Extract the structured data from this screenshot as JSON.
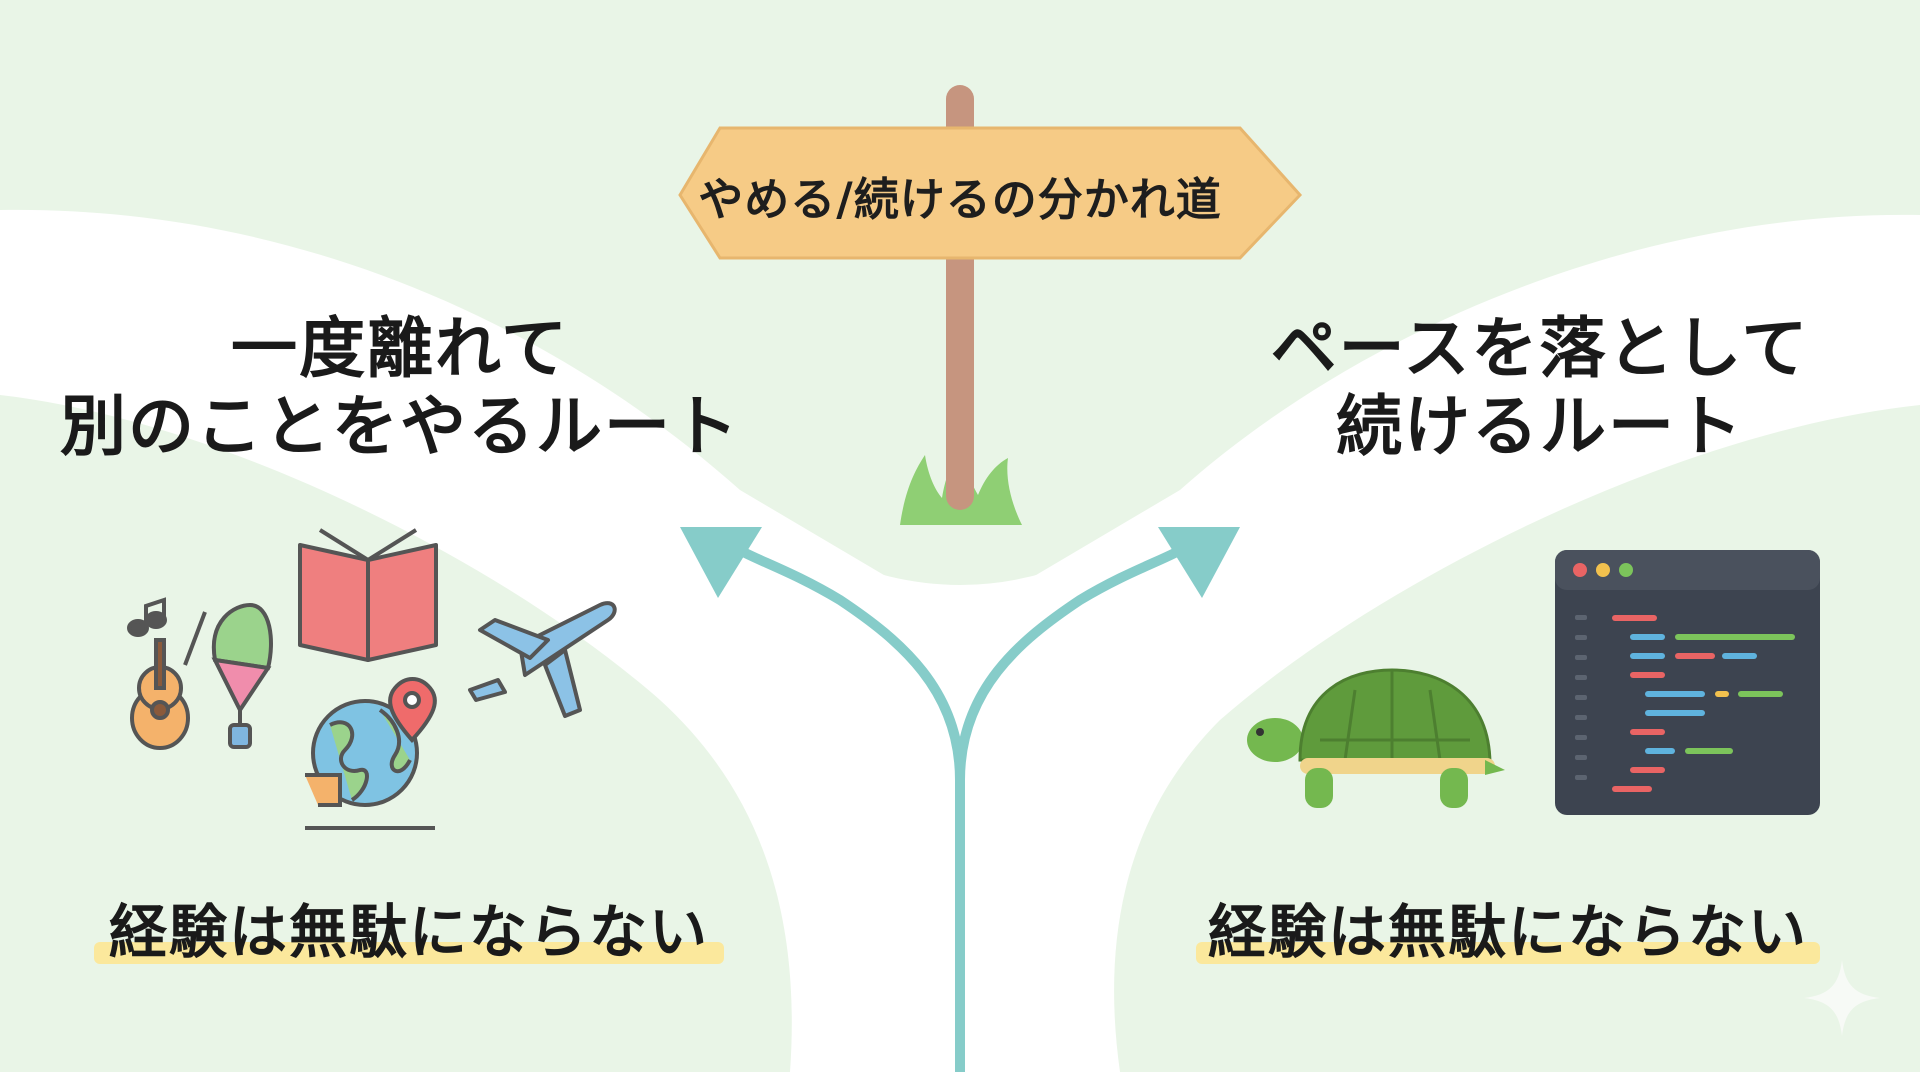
{
  "signpost": {
    "label": "やめる/続けるの分かれ道"
  },
  "left_route": {
    "title_lines": [
      "一度離れて",
      "別のことをやるルート"
    ],
    "takeaway": "経験は無駄にならない",
    "icons": [
      "music-note-icon",
      "guitar-icon",
      "kite-icon",
      "book-icon",
      "airplane-icon",
      "globe-icon",
      "location-pin-icon"
    ]
  },
  "right_route": {
    "title_lines": [
      "ペースを落として",
      "続けるルート"
    ],
    "takeaway": "経験は無駄にならない",
    "icons": [
      "turtle-icon",
      "code-editor-icon"
    ]
  },
  "colors": {
    "background": "#e9f5e7",
    "road": "#ffffff",
    "arrow": "#86ccc9",
    "sign": "#f6cb86",
    "post": "#c6957f",
    "highlight": "#fbe89c"
  }
}
